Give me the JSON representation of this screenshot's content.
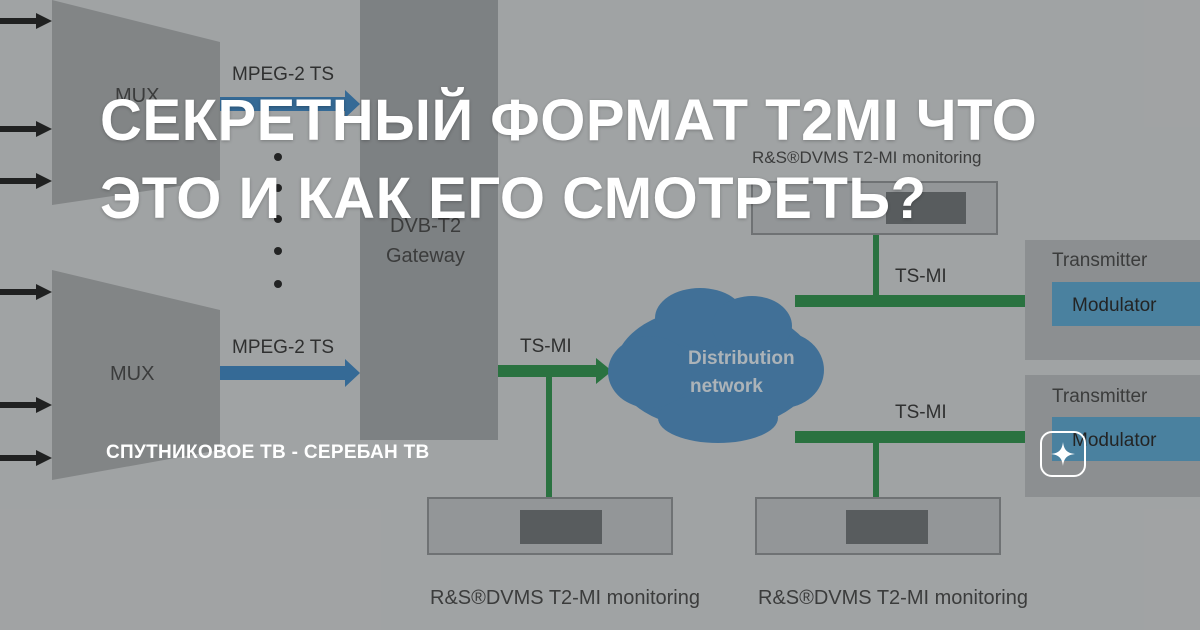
{
  "card": {
    "title": "СЕКРЕТНЫЙ ФОРМАТ T2MI ЧТО ЭТО И КАК ЕГО СМОТРЕТЬ?",
    "channel_name": "СПУТНИКОВОЕ ТВ - СЕРЕБАН ТВ",
    "logo_icon": "sparkle-star-icon"
  },
  "diagram": {
    "mux_top_label": "MUX",
    "mux_bottom_label": "MUX",
    "mpeg_top_label": "MPEG-2 TS",
    "mpeg_bottom_label": "MPEG-2 TS",
    "gateway_label_1": "DVB-T2",
    "gateway_label_2": "Gateway",
    "tsmi_gateway_label": "TS-MI",
    "tsmi_top_label": "TS-MI",
    "tsmi_bottom_label": "TS-MI",
    "network_label_1": "Distribution",
    "network_label_2": "network",
    "transmitter_top_label": "Transmitter",
    "transmitter_bottom_label": "Transmitter",
    "modulator_top_label": "Modulator",
    "modulator_bottom_label": "Modulator",
    "monitoring_top_label": "R&S®DVMS T2-MI monitoring",
    "monitoring_bottom_left_label": "R&S®DVMS T2-MI monitoring",
    "monitoring_bottom_right_label": "R&S®DVMS T2-MI monitoring"
  },
  "colors": {
    "stream_blue": "#3b86c4",
    "stream_green": "#2c9149",
    "network_cloud": "#4c8fc6",
    "modulator_fill": "#5aa6d2"
  }
}
